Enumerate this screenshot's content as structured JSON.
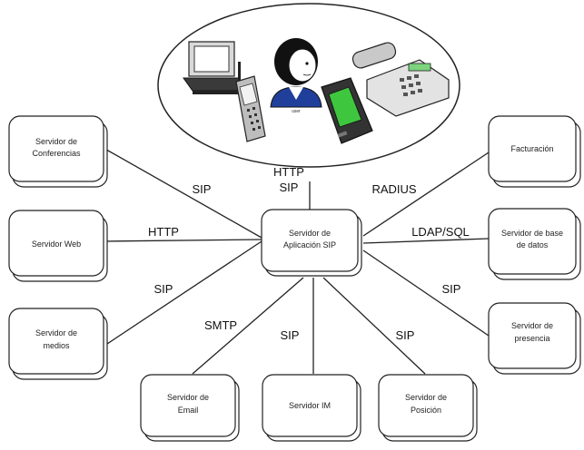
{
  "users": {
    "label": "user",
    "devices": [
      "laptop-icon",
      "cell-phone-icon",
      "user-avatar-icon",
      "desk-phone-icon",
      "pda-icon"
    ]
  },
  "center_node": {
    "line1": "Servidor de",
    "line2": "Aplicación SIP"
  },
  "nodes": [
    {
      "key": "conferencias",
      "lines": [
        "Servidor de",
        "Conferencias"
      ]
    },
    {
      "key": "web",
      "lines": [
        "Servidor Web"
      ]
    },
    {
      "key": "medios",
      "lines": [
        "Servidor de",
        "medios"
      ]
    },
    {
      "key": "email",
      "lines": [
        "Servidor de",
        "Email"
      ]
    },
    {
      "key": "im",
      "lines": [
        "Servidor IM"
      ]
    },
    {
      "key": "posicion",
      "lines": [
        "Servidor de",
        "Posición"
      ]
    },
    {
      "key": "facturacion",
      "lines": [
        "Facturación"
      ]
    },
    {
      "key": "base-datos",
      "lines": [
        "Servidor de base",
        "de datos"
      ]
    },
    {
      "key": "presencia",
      "lines": [
        "Servidor de",
        "presencia"
      ]
    }
  ],
  "protocols": {
    "users_line1": "HTTP",
    "users_line2": "SIP",
    "conferencias": "SIP",
    "web": "HTTP",
    "medios": "SIP",
    "email": "SMTP",
    "im": "SIP",
    "posicion": "SIP",
    "facturacion": "RADIUS",
    "base_datos": "LDAP/SQL",
    "presencia": "SIP"
  },
  "colors": {
    "pda_screen": "#3ec63e",
    "phone_display": "#7cd47c",
    "avatar_shirt": "#1f3f9a"
  }
}
